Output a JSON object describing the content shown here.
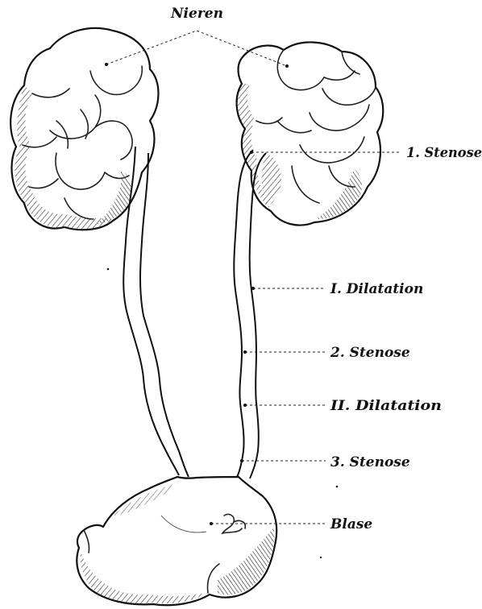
{
  "labels": {
    "nieren": "Nieren",
    "stenose_1": "1. Stenose",
    "dilatation_1": "I. Dilatation",
    "stenose_2": "2. Stenose",
    "dilatation_2": "II. Dilatation",
    "stenose_3": "3. Stenose",
    "blase": "Blase"
  }
}
